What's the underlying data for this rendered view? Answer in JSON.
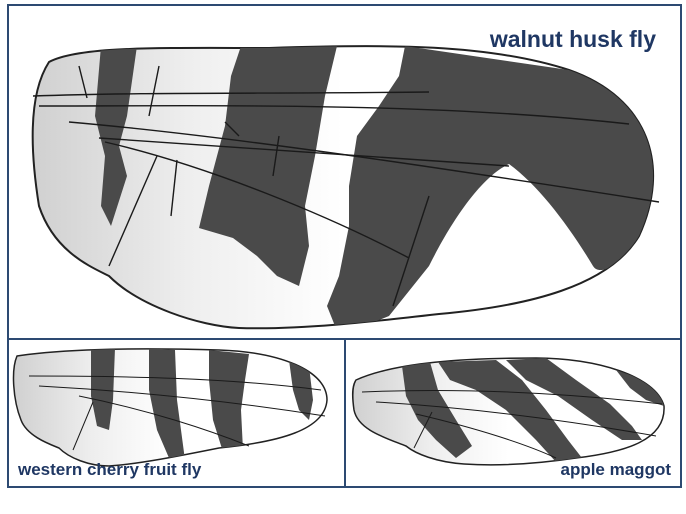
{
  "figure": {
    "panels": [
      {
        "id": "walnut",
        "label": "walnut husk fly"
      },
      {
        "id": "cherry",
        "label": "western cherry fruit fly"
      },
      {
        "id": "apple",
        "label": "apple maggot"
      }
    ]
  },
  "colors": {
    "border": "#2d4a72",
    "label": "#1f3763",
    "band": "#4a4a4a",
    "vein": "#1a1a1a",
    "wing_membrane": "#ffffff",
    "wing_base_shade": "#d6d6d6"
  }
}
